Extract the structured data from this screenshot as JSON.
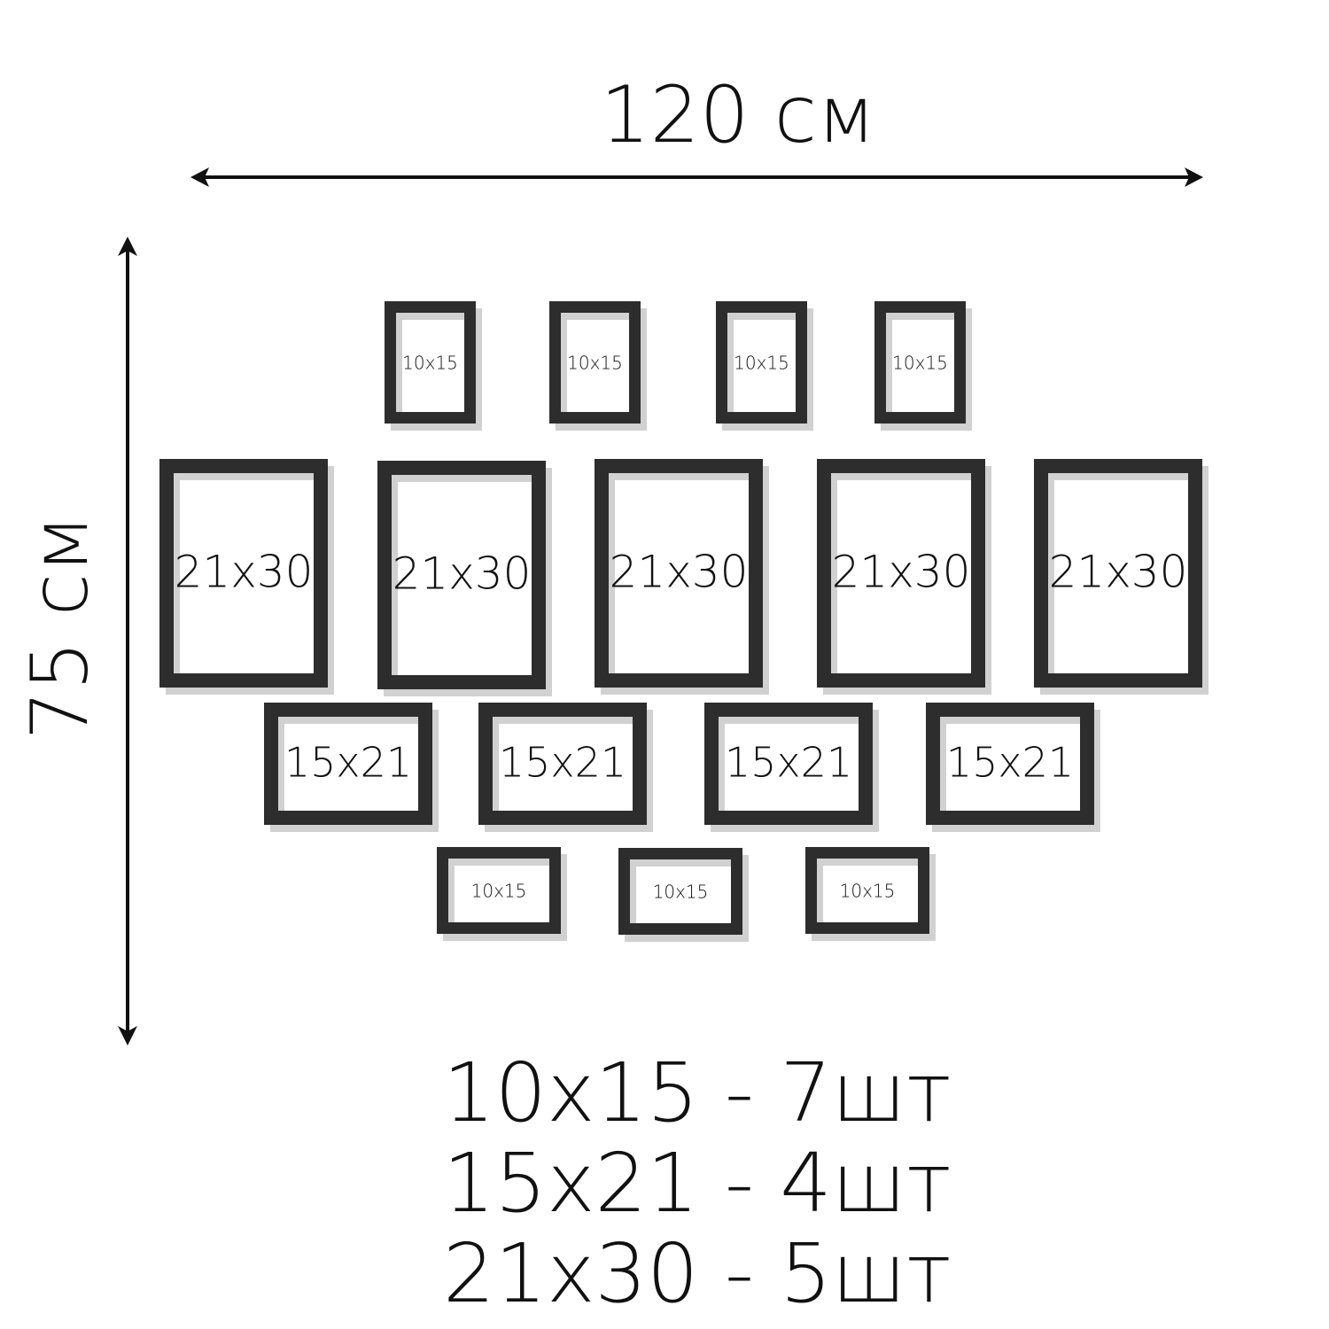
{
  "dimensions": {
    "width_label": "120 см",
    "height_label": "75 см"
  },
  "frames": [
    {
      "label": "10x15"
    },
    {
      "label": "10x15"
    },
    {
      "label": "10x15"
    },
    {
      "label": "10x15"
    },
    {
      "label": "21x30"
    },
    {
      "label": "21x30"
    },
    {
      "label": "21x30"
    },
    {
      "label": "21x30"
    },
    {
      "label": "21x30"
    },
    {
      "label": "15x21"
    },
    {
      "label": "15x21"
    },
    {
      "label": "15x21"
    },
    {
      "label": "15x21"
    },
    {
      "label": "10x15"
    },
    {
      "label": "10x15"
    },
    {
      "label": "10x15"
    }
  ],
  "legend": [
    {
      "text": "10x15 - 7шт"
    },
    {
      "text": "15x21 - 4шт"
    },
    {
      "text": "21x30 - 5шт"
    }
  ],
  "colors": {
    "frame": "#2d2d2d",
    "shadow": "#c9c9c9",
    "text": "#111111"
  }
}
